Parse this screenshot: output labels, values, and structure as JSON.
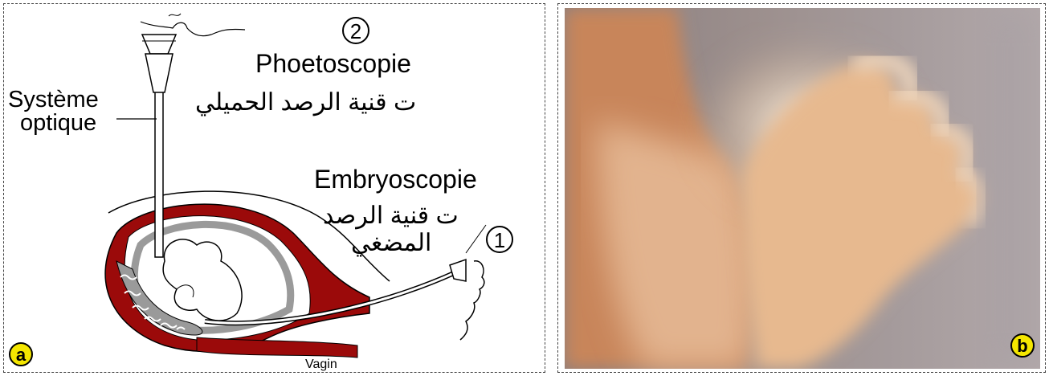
{
  "panel_a": {
    "num_top": "2",
    "phoetoscopie_fr": "Phoetoscopie",
    "phoetoscopie_ar": "ت قنية الرصد الحميلي",
    "systeme_line1": "Système",
    "systeme_line2": "optique",
    "embryoscopie_fr": "Embryoscopie",
    "embryoscopie_ar_line1": "ت قنية الرصد",
    "embryoscopie_ar_line2": "المضغي",
    "num_bottom": "1",
    "vagin": "Vagin",
    "badge": "a"
  },
  "panel_b": {
    "badge": "b"
  },
  "colors": {
    "uterus_red": "#9b0a0a",
    "membrane_gray": "#9a9a9a",
    "badge_yellow": "#f4e600"
  }
}
